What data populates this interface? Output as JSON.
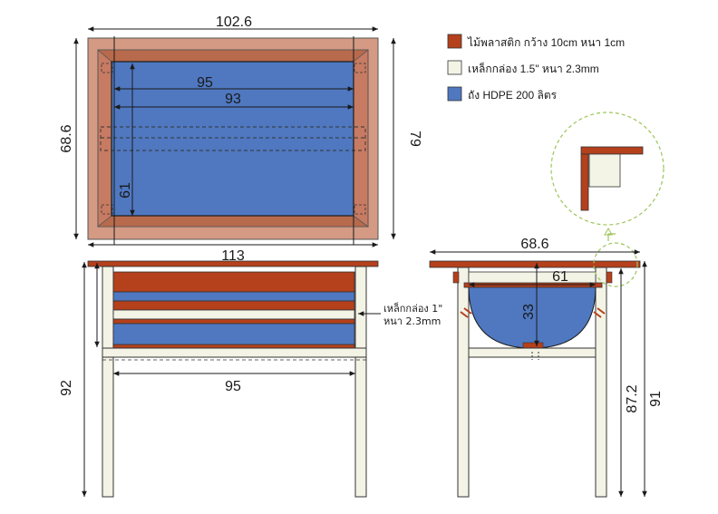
{
  "legend": {
    "items": [
      {
        "label": "ไม้พลาสติก กว้าง 10cm หนา 1cm",
        "color": "#b5401c",
        "icon": "wood-swatch-icon"
      },
      {
        "label": "เหล็กกล่อง 1.5\" หนา 2.3mm",
        "color": "#f3f3e6",
        "icon": "steel-swatch-icon"
      },
      {
        "label": "ถัง HDPE 200 ลิตร",
        "color": "#4f78c0",
        "icon": "tank-swatch-icon"
      }
    ]
  },
  "colors": {
    "wood": "#b5401c",
    "wood_light": "#d49a84",
    "steel": "#f3f3e6",
    "tank": "#4f78c0",
    "detail_circle": "#9cc45a"
  },
  "top_view": {
    "dims": {
      "outer_width": "102.6",
      "tank_length": "95",
      "inner_length": "93",
      "frame_height": "68.6",
      "tank_width": "61",
      "outer_height": "79",
      "overall_width": "113"
    }
  },
  "front_view": {
    "dims": {
      "height": "92",
      "inner_span": "95"
    },
    "callout": {
      "line1": "เหล็กกล่อง 1\"",
      "line2": "หนา 2.3mm"
    }
  },
  "side_view": {
    "dims": {
      "width": "68.6",
      "tank_width": "61",
      "tank_depth": "33",
      "frame_height": "87.2",
      "total_height": "91"
    }
  }
}
